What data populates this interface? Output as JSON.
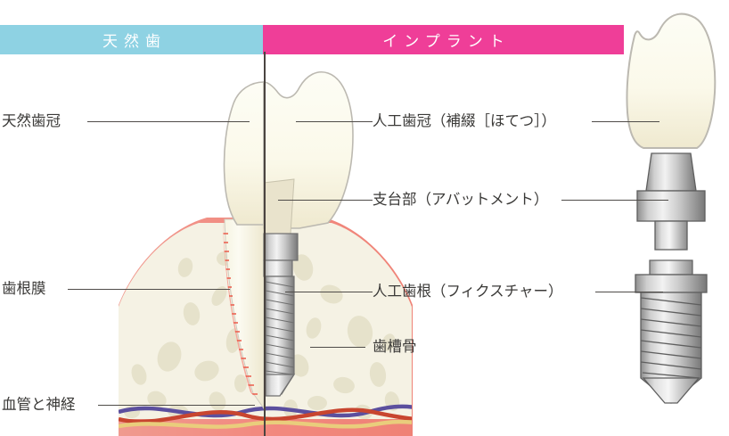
{
  "banners": {
    "natural": {
      "label": "天然歯",
      "color": "#8ed2e3"
    },
    "implant": {
      "label": "インプラント",
      "color": "#ef3e98"
    }
  },
  "labels": {
    "natural_crown": "天然歯冠",
    "periodontal_ligament": "歯根膜",
    "vessels_and_nerves": "血管と神経",
    "artificial_crown": "人工歯冠（補綴［ほてつ］）",
    "abutment": "支台部（アバットメント）",
    "fixture": "人工歯根（フィクスチャー）",
    "alveolar_bone": "歯槽骨"
  },
  "colors": {
    "gum": "#f2897f",
    "gum_light": "#f5a79c",
    "bone": "#f5f2e4",
    "bone_speckle": "#e6e2cb",
    "tooth": "#fbfaee",
    "tooth_outline": "#b9b7b0",
    "metal_light": "#e9e9e9",
    "metal_mid": "#b4b4b4",
    "metal_dark": "#6f6f6f",
    "vessel_red": "#c8452f",
    "vessel_purple": "#5b4f9e",
    "vessel_yellow": "#e9cd7c",
    "ligament": "#ec5b4a",
    "text": "#3b3a38",
    "divider": "#4a4440"
  },
  "structure": {
    "left_side": "natural tooth half-section",
    "right_side": "implant half-section",
    "exploded_parts": [
      "artificial-crown",
      "abutment",
      "fixture"
    ]
  }
}
